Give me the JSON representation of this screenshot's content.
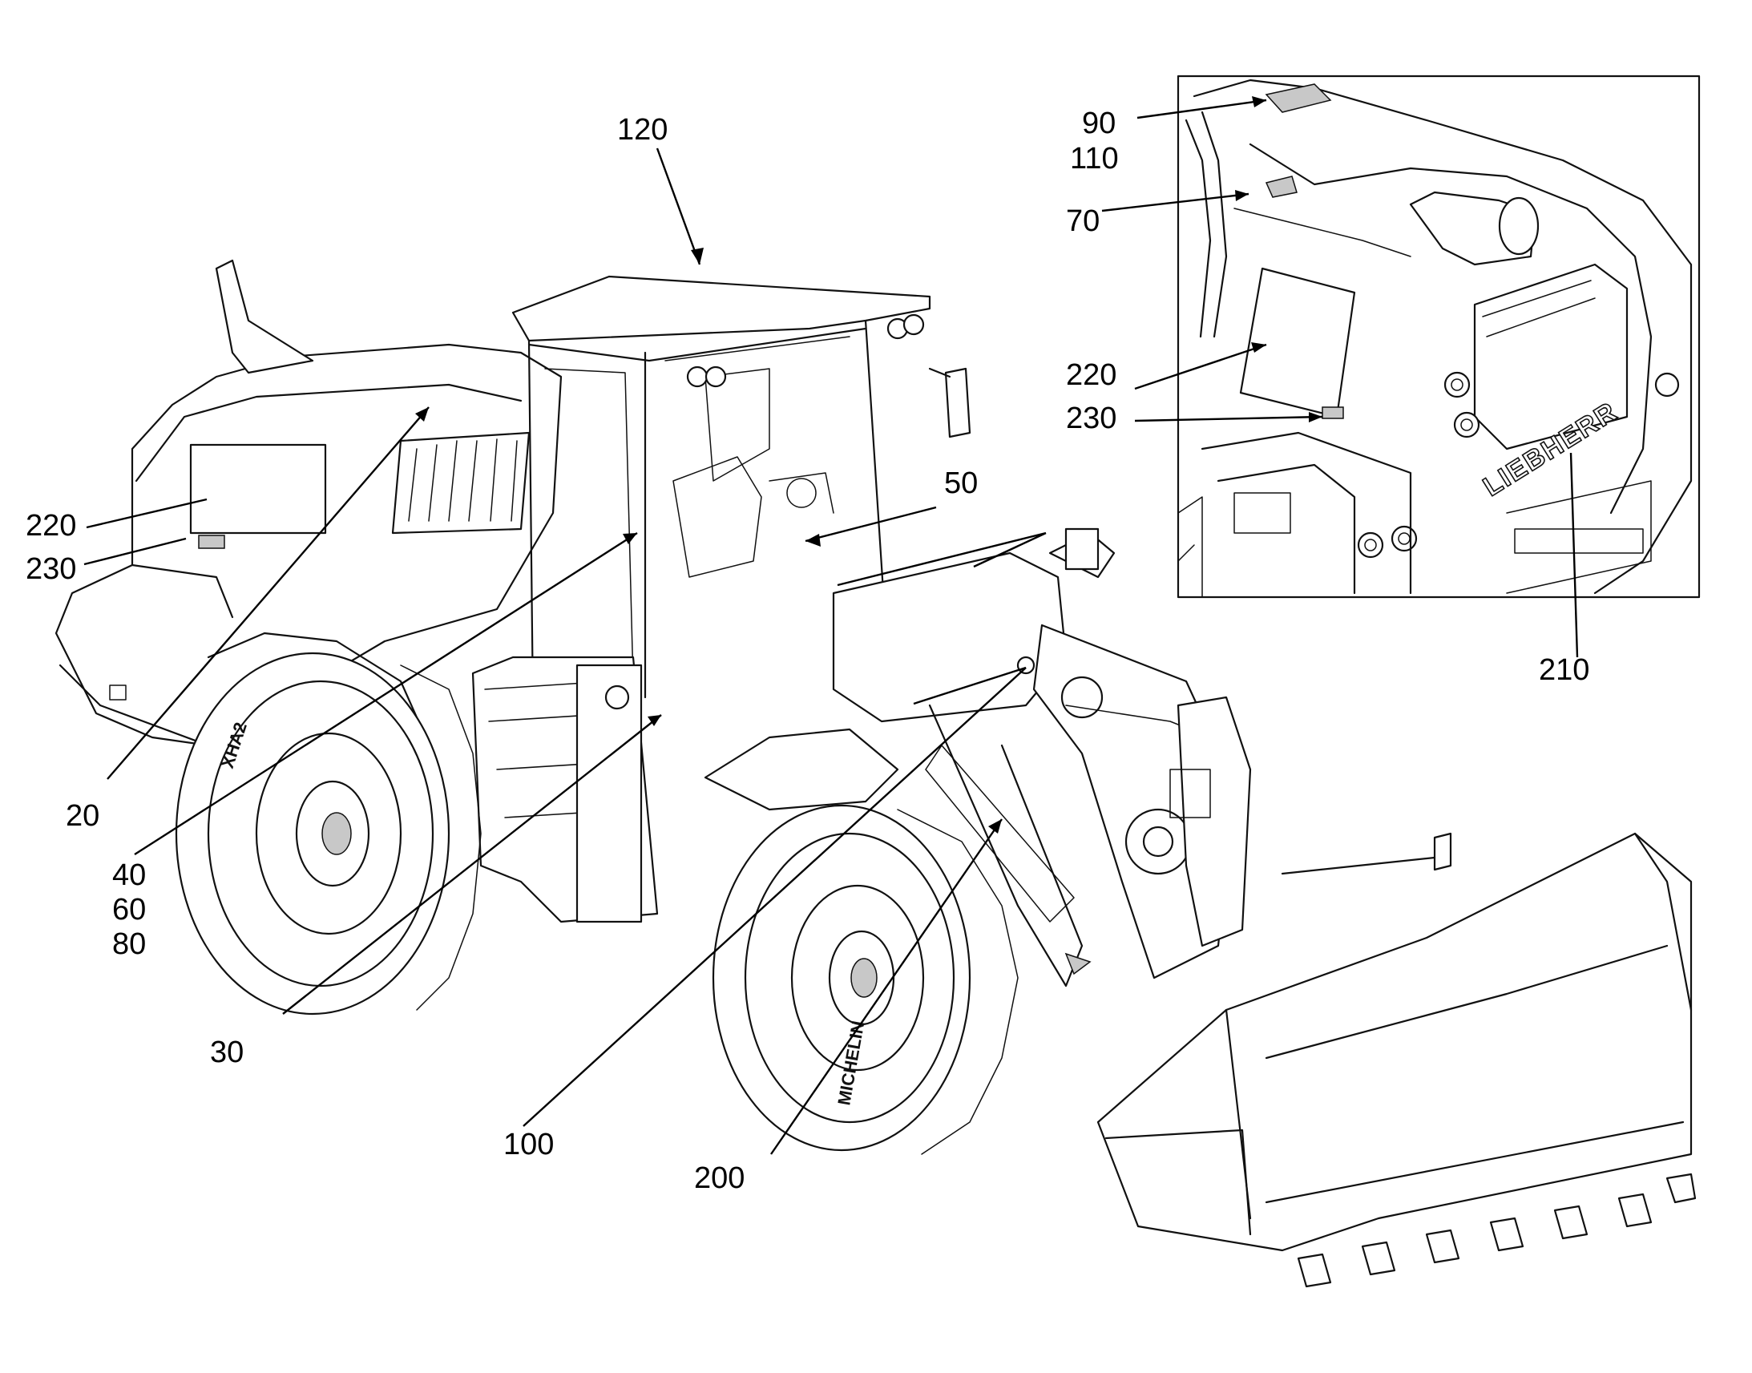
{
  "figure": {
    "labels": [
      {
        "id": "120",
        "text": "120"
      },
      {
        "id": "50",
        "text": "50"
      },
      {
        "id": "220-main",
        "text": "220"
      },
      {
        "id": "230-main",
        "text": "230"
      },
      {
        "id": "20",
        "text": "20"
      },
      {
        "id": "40",
        "text": "40"
      },
      {
        "id": "60",
        "text": "60"
      },
      {
        "id": "80",
        "text": "80"
      },
      {
        "id": "30",
        "text": "30"
      },
      {
        "id": "100",
        "text": "100"
      },
      {
        "id": "200",
        "text": "200"
      },
      {
        "id": "90",
        "text": "90"
      },
      {
        "id": "110",
        "text": "110"
      },
      {
        "id": "70",
        "text": "70"
      },
      {
        "id": "220-inset",
        "text": "220"
      },
      {
        "id": "230-inset",
        "text": "230"
      },
      {
        "id": "210",
        "text": "210"
      }
    ],
    "brand_text": "LIEBHERR",
    "tyre_text_rear": "XHA2",
    "tyre_text_front": "MICHELIN"
  }
}
